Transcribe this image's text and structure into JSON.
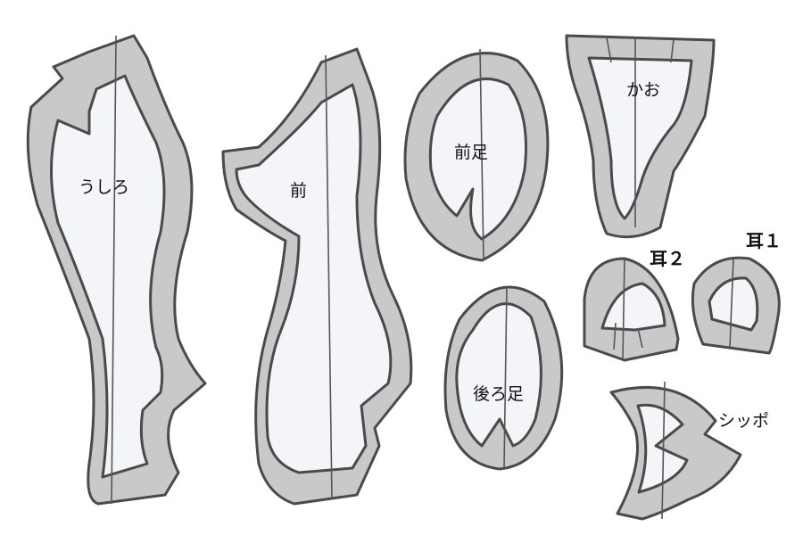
{
  "pieces": {
    "back": {
      "label": "うしろ"
    },
    "front": {
      "label": "前"
    },
    "front_leg": {
      "label": "前足"
    },
    "face": {
      "label": "かお"
    },
    "ear2": {
      "label": "耳２"
    },
    "ear1": {
      "label": "耳１"
    },
    "hind_leg": {
      "label": "後ろ足"
    },
    "tail": {
      "label": "シッポ"
    }
  },
  "colors": {
    "seam_allowance": "#c9c9c9",
    "fabric": "#f3f5f8",
    "outline": "#4a4a4a"
  }
}
